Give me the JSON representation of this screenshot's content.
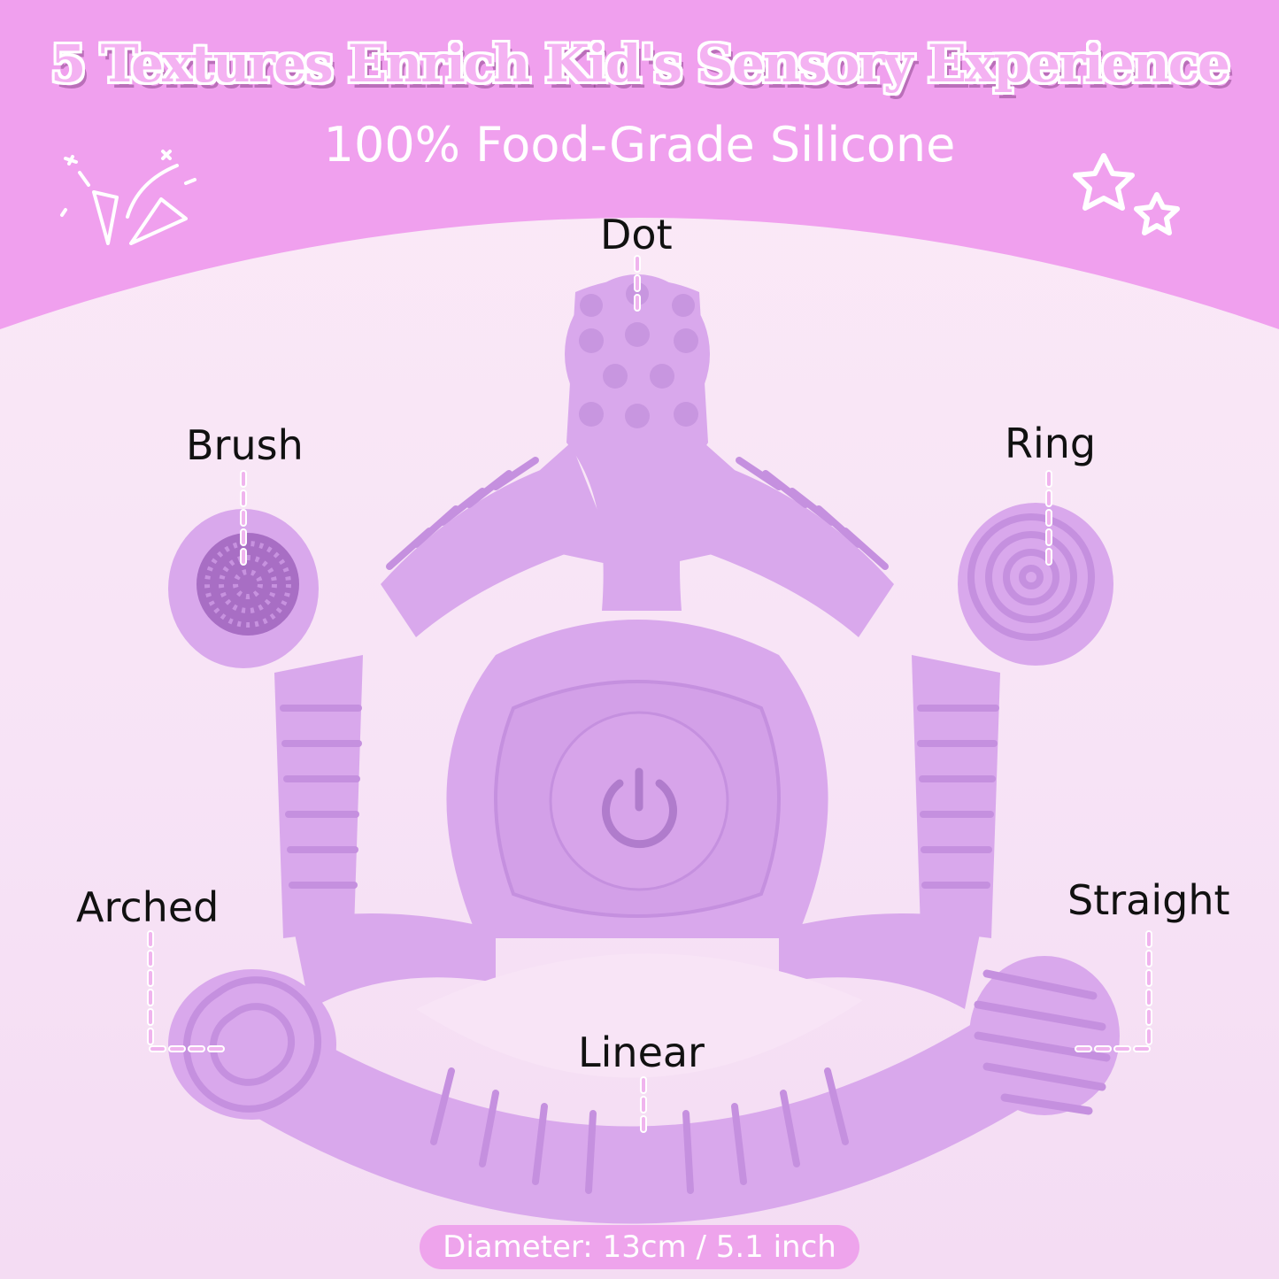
{
  "header": {
    "title": "5 Textures Enrich Kid's Sensory Experience",
    "subtitle": "100% Food-Grade Silicone"
  },
  "textures": {
    "dot": "Dot",
    "brush": "Brush",
    "ring": "Ring",
    "arched": "Arched",
    "straight": "Straight",
    "linear": "Linear"
  },
  "footer": {
    "diameter": "Diameter: 13cm / 5.1 inch"
  },
  "icons": {
    "power": "power-icon",
    "sparkle": "sparkle-icon",
    "stars": "star-icon"
  },
  "colors": {
    "banner": "#f0a0ee",
    "background": "#fbeaf7",
    "teether": "#d9a8ec",
    "teether_shade": "#c590df",
    "leader": "#f0b4ee",
    "badge": "#eea4ec"
  }
}
